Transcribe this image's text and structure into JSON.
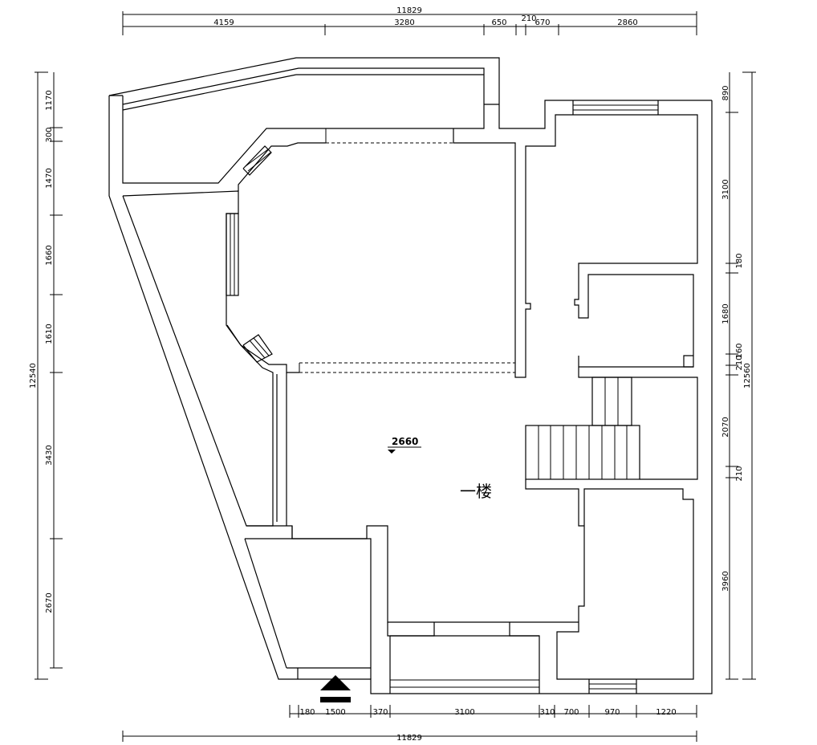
{
  "floor_label": "一楼",
  "level_mark": "2660",
  "dims": {
    "top_total": "11829",
    "top": [
      "4159",
      "3280",
      "650",
      "210",
      "670",
      "2860"
    ],
    "bottom_total": "11829",
    "bottom": [
      "180",
      "1500",
      "370",
      "3100",
      "310",
      "700",
      "970",
      "1220"
    ],
    "left_total": "12540",
    "left": [
      "1170",
      "300",
      "1470",
      "1660",
      "1610",
      "3430",
      "2670"
    ],
    "right_total": "12560",
    "right": [
      "890",
      "3100",
      "180",
      "1680",
      "210",
      "160",
      "2070",
      "210",
      "3960"
    ]
  }
}
